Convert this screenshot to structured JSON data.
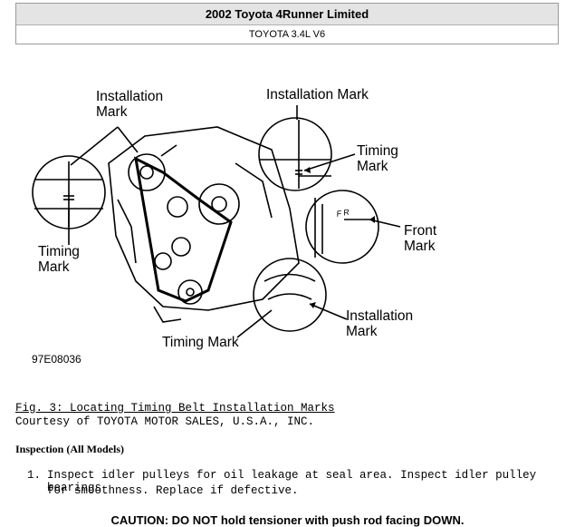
{
  "header": {
    "title": "2002 Toyota 4Runner Limited",
    "subtitle": "TOYOTA 3.4L V6"
  },
  "diagram": {
    "labels": {
      "install_left_1": "Installation",
      "install_left_2": "Mark",
      "install_top_1": "Installation Mark",
      "timing_right_1": "Timing",
      "timing_right_2": "Mark",
      "front_1": "Front",
      "front_2": "Mark",
      "timing_left_1": "Timing",
      "timing_left_2": "Mark",
      "install_bottom_1": "Installation",
      "install_bottom_2": "Mark",
      "timing_bottom": "Timing Mark"
    },
    "figure_code": "97E08036"
  },
  "caption": {
    "title": "Fig. 3: Locating Timing Belt Installation Marks",
    "courtesy": "Courtesy of TOYOTA MOTOR SALES, U.S.A., INC."
  },
  "inspection": {
    "heading": "Inspection (All Models)",
    "items": [
      {
        "number": "1.",
        "line1": "Inspect idler pulleys for oil leakage at seal area. Inspect idler pulley bearings",
        "line2": "for smoothness. Replace if defective."
      }
    ]
  },
  "caution": "CAUTION: DO NOT hold tensioner with push rod facing DOWN."
}
